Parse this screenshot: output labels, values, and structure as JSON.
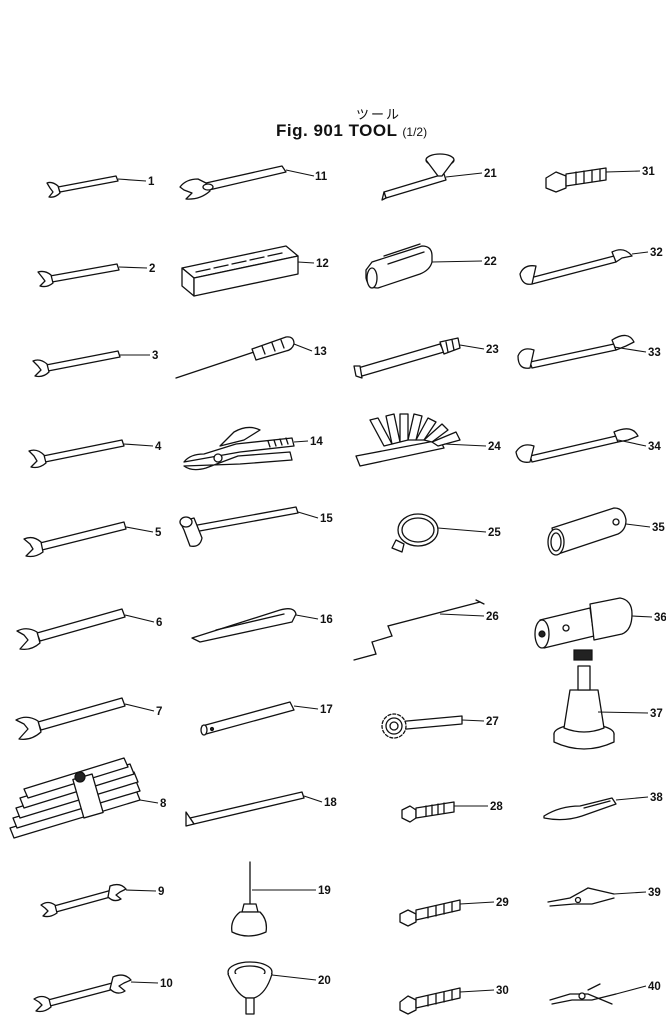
{
  "header": {
    "katakana": "ツール",
    "fig_prefix": "Fig.",
    "fig_number": "901",
    "title": "TOOL",
    "subtitle": "(1/2)"
  },
  "parts": [
    {
      "no": "1"
    },
    {
      "no": "2"
    },
    {
      "no": "3"
    },
    {
      "no": "4"
    },
    {
      "no": "5"
    },
    {
      "no": "6"
    },
    {
      "no": "7"
    },
    {
      "no": "8"
    },
    {
      "no": "9"
    },
    {
      "no": "10"
    },
    {
      "no": "11"
    },
    {
      "no": "12"
    },
    {
      "no": "13"
    },
    {
      "no": "14"
    },
    {
      "no": "15"
    },
    {
      "no": "16"
    },
    {
      "no": "17"
    },
    {
      "no": "18"
    },
    {
      "no": "19"
    },
    {
      "no": "20"
    },
    {
      "no": "21"
    },
    {
      "no": "22"
    },
    {
      "no": "23"
    },
    {
      "no": "24"
    },
    {
      "no": "25"
    },
    {
      "no": "26"
    },
    {
      "no": "27"
    },
    {
      "no": "28"
    },
    {
      "no": "29"
    },
    {
      "no": "30"
    },
    {
      "no": "31"
    },
    {
      "no": "32"
    },
    {
      "no": "33"
    },
    {
      "no": "34"
    },
    {
      "no": "35"
    },
    {
      "no": "36"
    },
    {
      "no": "37"
    },
    {
      "no": "38"
    },
    {
      "no": "39"
    },
    {
      "no": "40"
    }
  ]
}
